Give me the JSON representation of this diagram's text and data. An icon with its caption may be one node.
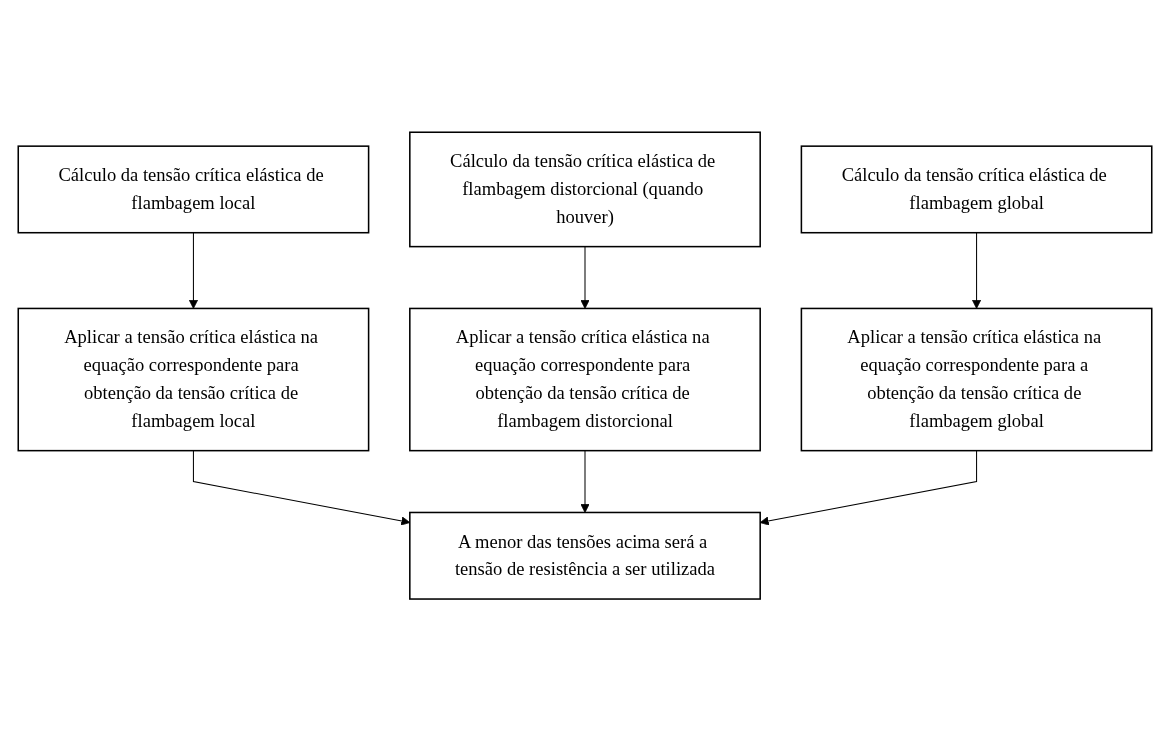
{
  "diagram": {
    "nodes": [
      {
        "text": [
          "Cálculo da tensão crítica elástica de flambagem local"
        ]
      },
      {
        "text": [
          "Cálculo da tensão crítica elástica de flambagem distorcional (quando houver)"
        ]
      },
      {
        "text": [
          "Cálculo da tensão crítica elástica de flambagem global"
        ]
      },
      {
        "text": [
          "Aplicar a tensão crítica elástica na equação correspondente para obtenção da tensão crítica de flambagem local"
        ]
      },
      {
        "text": [
          "Aplicar a tensão crítica elástica na equação correspondente para obtenção da tensão crítica de flambagem distorcional"
        ]
      },
      {
        "text": [
          "Aplicar a tensão crítica elástica na equação correspondente para a obtenção da tensão crítica de flambagem global"
        ]
      },
      {
        "text": [
          "A menor das tensões acima será a tensão de resistência a ser utilizada"
        ]
      }
    ],
    "edges": [
      {
        "from": 0,
        "to": 3,
        "arrow": "to"
      },
      {
        "from": 1,
        "to": 4,
        "arrow": "to"
      },
      {
        "from": 2,
        "to": 5,
        "arrow": "to"
      },
      {
        "from": 3,
        "to": 6,
        "arrow": "to"
      },
      {
        "from": 4,
        "to": 6,
        "arrow": "to"
      },
      {
        "from": 5,
        "to": 6,
        "arrow": "to"
      }
    ]
  }
}
